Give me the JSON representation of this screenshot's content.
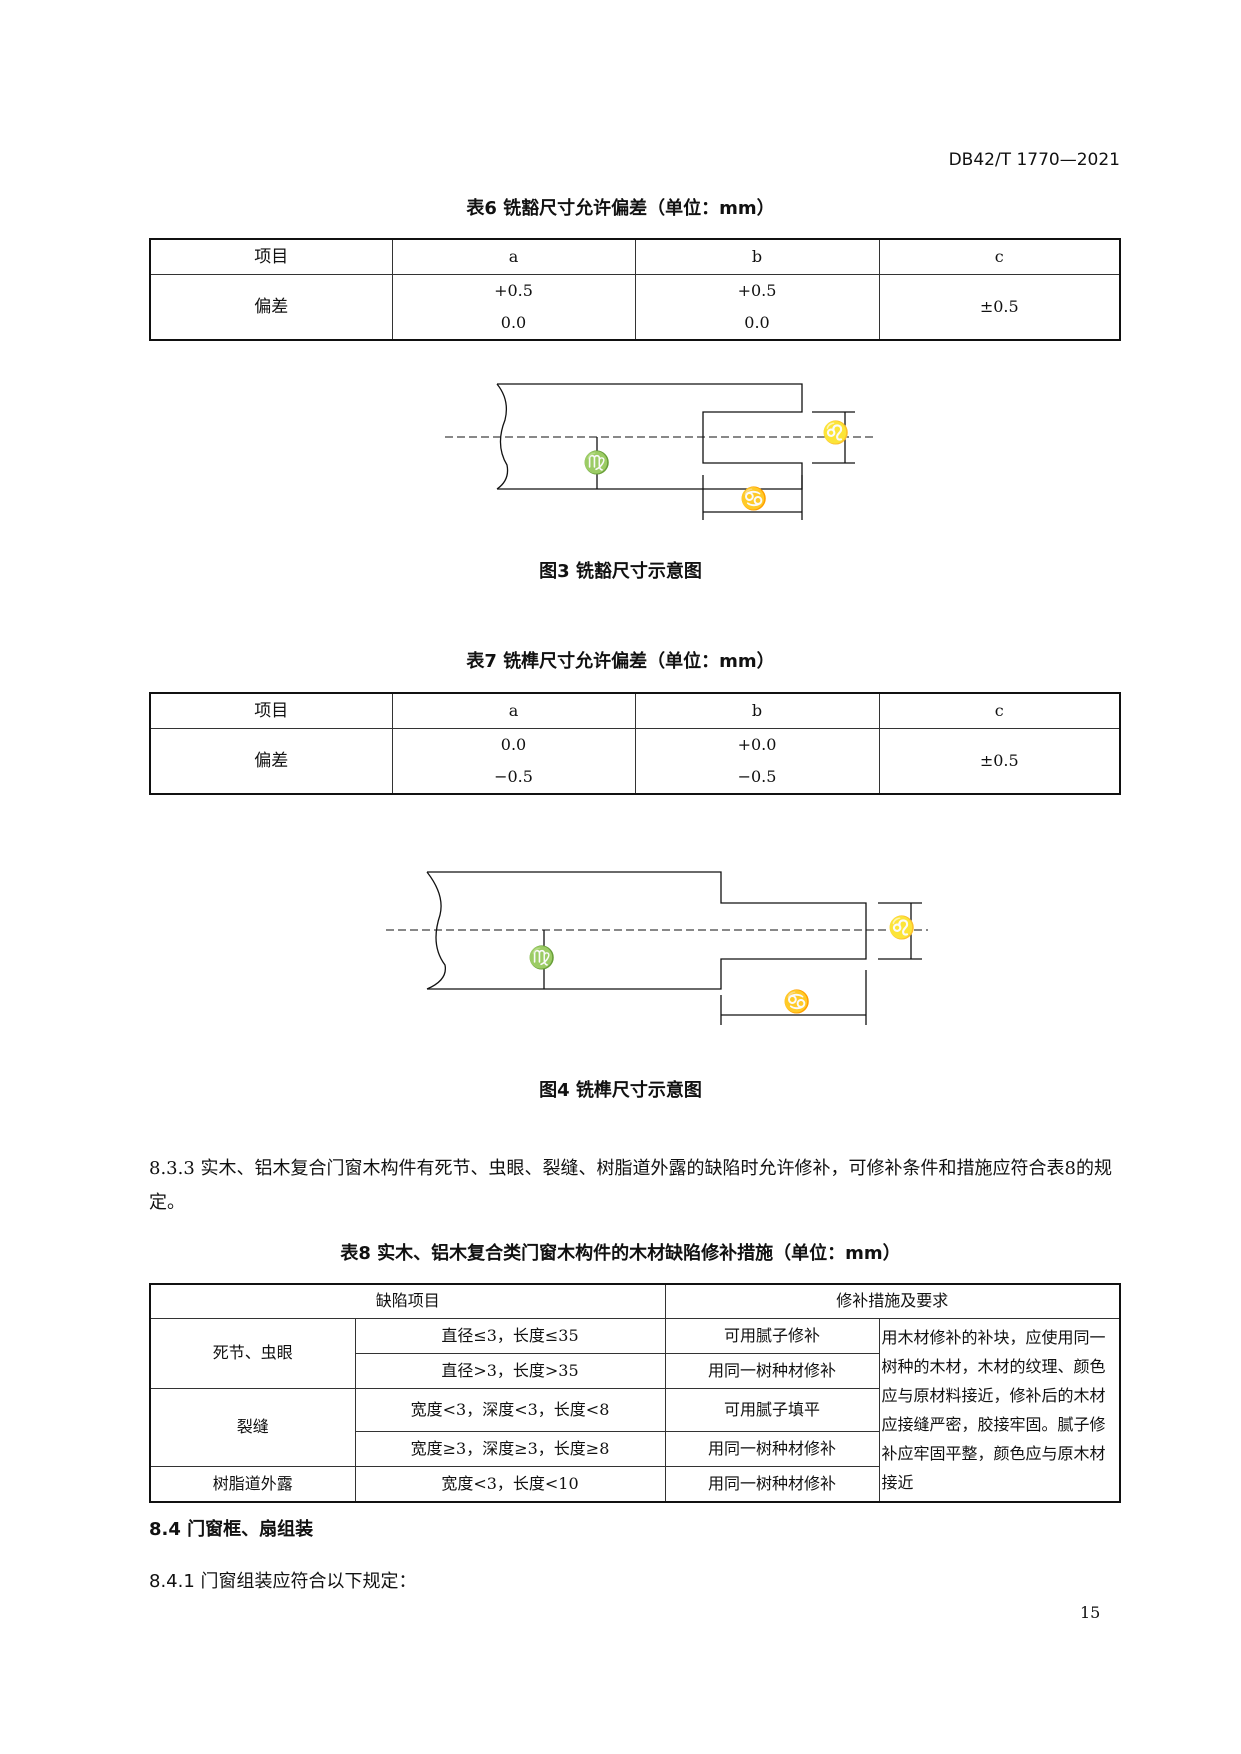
{
  "header": {
    "doc_number": "DB42/T 1770—2021"
  },
  "table6": {
    "title": "表6  铣豁尺寸允许偏差（单位：mm）",
    "headers": [
      "项目",
      "a",
      "b",
      "c"
    ],
    "row_label": "偏差",
    "a": [
      "+0.5",
      "0.0"
    ],
    "b": [
      "+0.5",
      "0.0"
    ],
    "c": "±0.5"
  },
  "figure3": {
    "caption": "图3  铣豁尺寸示意图",
    "labels": {
      "a": "♍",
      "b": "♋",
      "c": "♌"
    }
  },
  "table7": {
    "title": "表7  铣榫尺寸允许偏差（单位：mm）",
    "headers": [
      "项目",
      "a",
      "b",
      "c"
    ],
    "row_label": "偏差",
    "a": [
      "0.0",
      "−0.5"
    ],
    "b": [
      "+0.0",
      "−0.5"
    ],
    "c": "±0.5"
  },
  "figure4": {
    "caption": "图4  铣榫尺寸示意图",
    "labels": {
      "a": "♍",
      "b": "♋",
      "c": "♌"
    }
  },
  "para_833": "8.3.3  实木、铝木复合门窗木构件有死节、虫眼、裂缝、树脂道外露的缺陷时允许修补，可修补条件和措施应符合表8的规定。",
  "table8": {
    "title": "表8  实木、铝木复合类门窗木构件的木材缺陷修补措施（单位：mm）",
    "headers": [
      "缺陷项目",
      "修补措施及要求"
    ],
    "groups": [
      "死节、虫眼",
      "裂缝",
      "树脂道外露"
    ],
    "conditions": [
      "直径≤3，长度≤35",
      "直径>3，长度>35",
      "宽度<3，深度<3，长度<8",
      "宽度≥3，深度≥3，长度≥8",
      "宽度<3，长度<10"
    ],
    "measures": [
      "可用腻子修补",
      "用同一树种材修补",
      "可用腻子填平",
      "用同一树种材修补",
      "用同一树种材修补"
    ],
    "note": "用木材修补的补块，应使用同一树种的木材，木材的纹理、颜色应与原材料接近，修补后的木材应接缝严密，胶接牢固。腻子修补应牢固平整，颜色应与原木材接近"
  },
  "section_84": "8.4  门窗框、扇组装",
  "section_841": "8.4.1  门窗组装应符合以下规定：",
  "page_number": "15"
}
